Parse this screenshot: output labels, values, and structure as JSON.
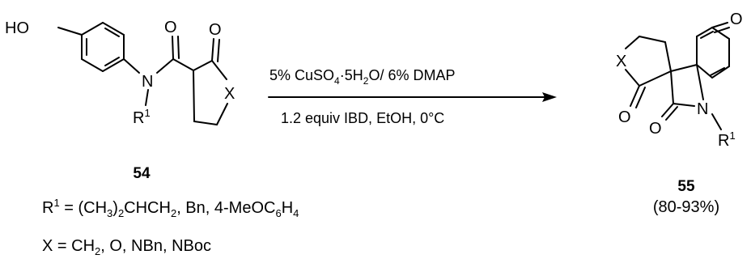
{
  "reactant": {
    "number": "54",
    "atoms": {
      "ho": "HO",
      "n": "N",
      "r": "R",
      "r_sup": "1",
      "o_amide": "O",
      "o_lactone": "O",
      "x": "X"
    }
  },
  "product": {
    "number": "55",
    "yield": "(80-93%)",
    "atoms": {
      "o_dienone": "O",
      "x": "X",
      "o_lactone": "O",
      "o_lactam": "O",
      "n": "N",
      "r": "R",
      "r_sup": "1"
    }
  },
  "conditions": {
    "line1": {
      "a": "5% CuSO",
      "sub1": "4",
      "b": "·5H",
      "sub2": "2",
      "c": "O/ 6% DMAP"
    },
    "line2": "1.2 equiv IBD, EtOH, 0°C"
  },
  "definitions": {
    "r1": {
      "r": "R",
      "sup": "1",
      "a": " = (CH",
      "sub1": "3",
      "b": ")",
      "sub2": "2",
      "c": "CHCH",
      "sub3": "2",
      "d": ", Bn, 4-MeOC",
      "sub4": "6",
      "e": "H",
      "sub5": "4"
    },
    "x": {
      "a": "X = CH",
      "sub1": "2",
      "b": ", O, NBn, NBoc"
    }
  }
}
